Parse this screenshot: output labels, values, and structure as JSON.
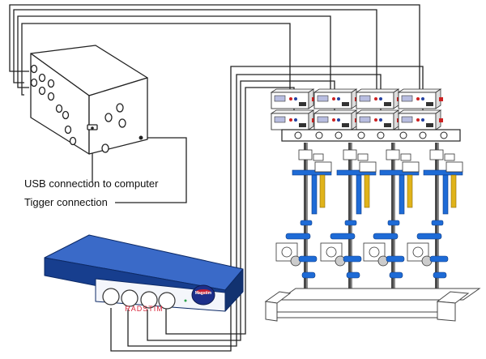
{
  "labels": {
    "usb": "USB connection to computer",
    "trigger": "Tigger connection"
  },
  "stimulator": {
    "brand_badge": "Magstim",
    "model": "RADSTIM"
  },
  "colors": {
    "stimulator_blue": "#1f4ea8",
    "stand_blue": "#1e6bd6",
    "stand_yellow": "#e0b31a",
    "wire": "#222222"
  }
}
